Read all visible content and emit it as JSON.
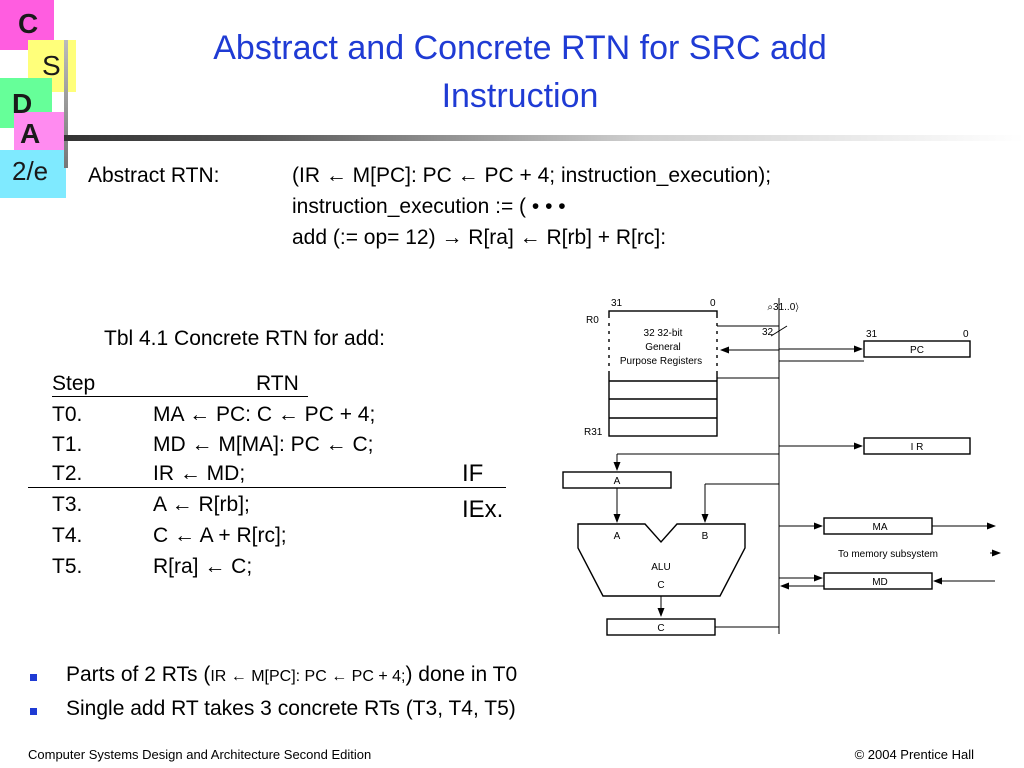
{
  "logo": {
    "letters": [
      "C",
      "S",
      "D",
      "A",
      "2/e"
    ]
  },
  "title": {
    "line1": "Abstract and Concrete RTN for SRC add",
    "line2": "Instruction"
  },
  "abstract_rtn": {
    "label": "Abstract RTN:",
    "line1": "(IR ← M[PC]: PC ← PC + 4; instruction_execution);",
    "line2": "instruction_execution := ( • • •",
    "line3": "add (:= op= 12) → R[ra] ← R[rb] + R[rc]:"
  },
  "table": {
    "caption": "Tbl 4.1 Concrete RTN for add:",
    "header_step": "Step",
    "header_rtn": "RTN",
    "rows": [
      {
        "step": "T0.",
        "rtn": "MA ←  PC:  C ← PC + 4;"
      },
      {
        "step": "T1.",
        "rtn": "MD ←  M[MA]:  PC ←  C;"
      },
      {
        "step": "T2.",
        "rtn": "IR ← MD;"
      },
      {
        "step": "T3.",
        "rtn": "A ← R[rb];"
      },
      {
        "step": "T4.",
        "rtn": "C ← A + R[rc];"
      },
      {
        "step": "T5.",
        "rtn": "R[ra] ← C;"
      }
    ],
    "phase_if": "IF",
    "phase_iex": "IEx."
  },
  "diagram": {
    "regfile_hi": "31",
    "regfile_lo": "0",
    "r0": "R0",
    "r31": "R31",
    "regfile_l1": "32 32-bit",
    "regfile_l2": "General",
    "regfile_l3": "Purpose Registers",
    "bus_range": "⌕31..0〉",
    "bus_width": "32",
    "pc_hi": "31",
    "pc_lo": "0",
    "pc": "PC",
    "ir": "I R",
    "a_reg": "A",
    "ma": "MA",
    "memory": "To memory subsystem",
    "md": "MD",
    "alu_a": "A",
    "alu_b": "B",
    "alu": "ALU",
    "alu_c": "C",
    "c_reg": "C"
  },
  "bullets": {
    "b1_pre": "Parts of 2 RTs (",
    "b1_mid": "IR ← M[PC]: PC ← PC + 4;",
    "b1_post": ") done in T0",
    "b2": "Single add RT takes 3 concrete RTs (T3, T4, T5)"
  },
  "footer": {
    "left": "Computer Systems Design and Architecture Second Edition",
    "right": "© 2004 Prentice Hall"
  }
}
